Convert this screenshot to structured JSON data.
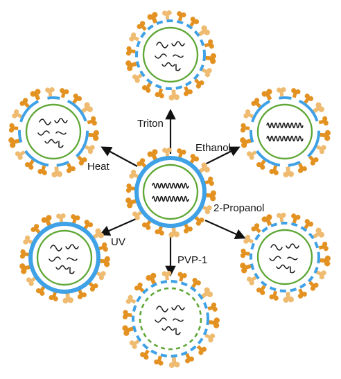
{
  "center": {
    "genome": "intact",
    "envelope": "intact"
  },
  "treatments": [
    {
      "label": "Triton",
      "genome": "fragmented",
      "envelope": "dashed"
    },
    {
      "label": "Ethanol",
      "genome": "intact",
      "envelope": "partial"
    },
    {
      "label": "2-Propanol",
      "genome": "fragmented",
      "envelope": "dashed"
    },
    {
      "label": "PVP-1",
      "genome": "fragmented",
      "envelope": "dashed",
      "capsid": "disrupted"
    },
    {
      "label": "UV",
      "genome": "fragmented",
      "envelope": "intact"
    },
    {
      "label": "Heat",
      "genome": "fragmented",
      "envelope": "partial"
    }
  ],
  "colors": {
    "spike_dark": "#e39222",
    "spike_light": "#eebb70",
    "envelope": "#3fa1e6",
    "capsid": "#5fa736",
    "genome": "#1a1a1a",
    "arrow": "#111111"
  }
}
